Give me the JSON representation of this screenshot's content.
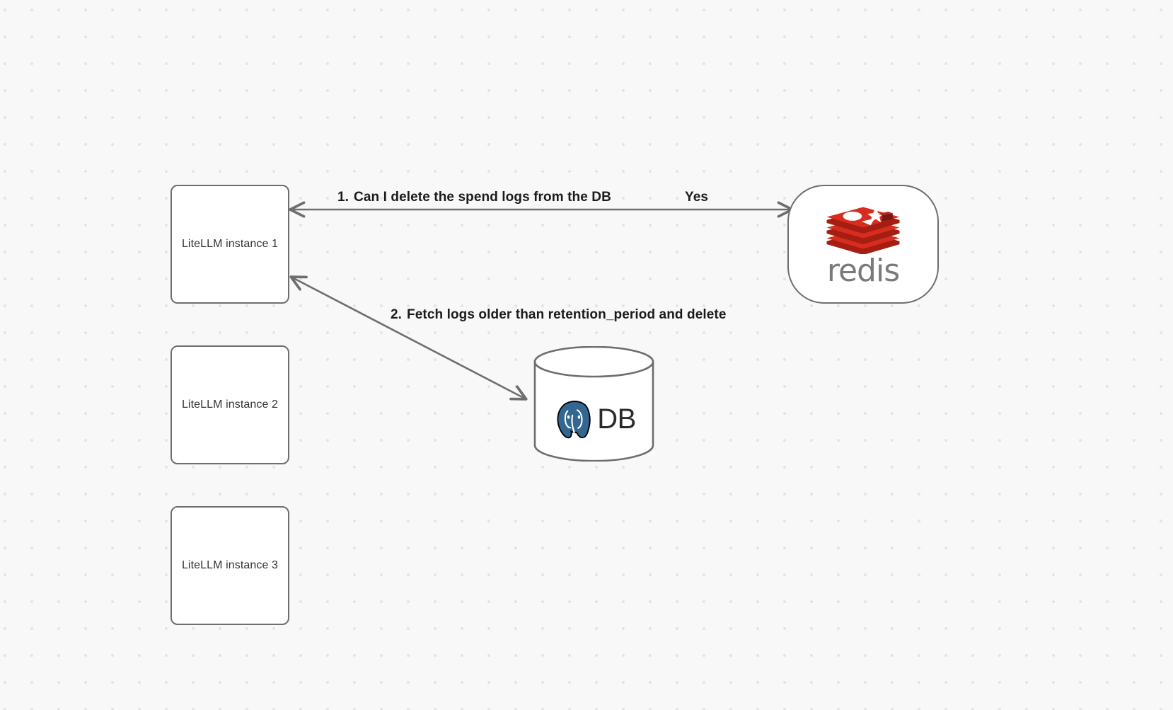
{
  "canvas": {
    "background_color": "#f8f8f8",
    "grid_dot_color": "#e4e4e4"
  },
  "nodes": [
    {
      "id": "litellm-1",
      "label": "LiteLLM instance 1"
    },
    {
      "id": "litellm-2",
      "label": "LiteLLM instance 2"
    },
    {
      "id": "litellm-3",
      "label": "LiteLLM instance 3"
    },
    {
      "id": "redis",
      "label": "redis",
      "accent_color": "#d82c20"
    },
    {
      "id": "db",
      "label": "DB",
      "accent_color": "#336791"
    }
  ],
  "edges": [
    {
      "id": "edge-1",
      "number": "1.",
      "label": "Can I delete the spend logs from the DB",
      "response_label": "Yes",
      "from": "litellm-1",
      "to": "redis",
      "direction": "bidirectional"
    },
    {
      "id": "edge-2",
      "number": "2.",
      "label": "Fetch logs older than retention_period and delete",
      "from": "litellm-1",
      "to": "db",
      "direction": "bidirectional"
    }
  ],
  "icons": {
    "redis": "redis-stack-icon",
    "db": "postgresql-elephant-icon"
  }
}
